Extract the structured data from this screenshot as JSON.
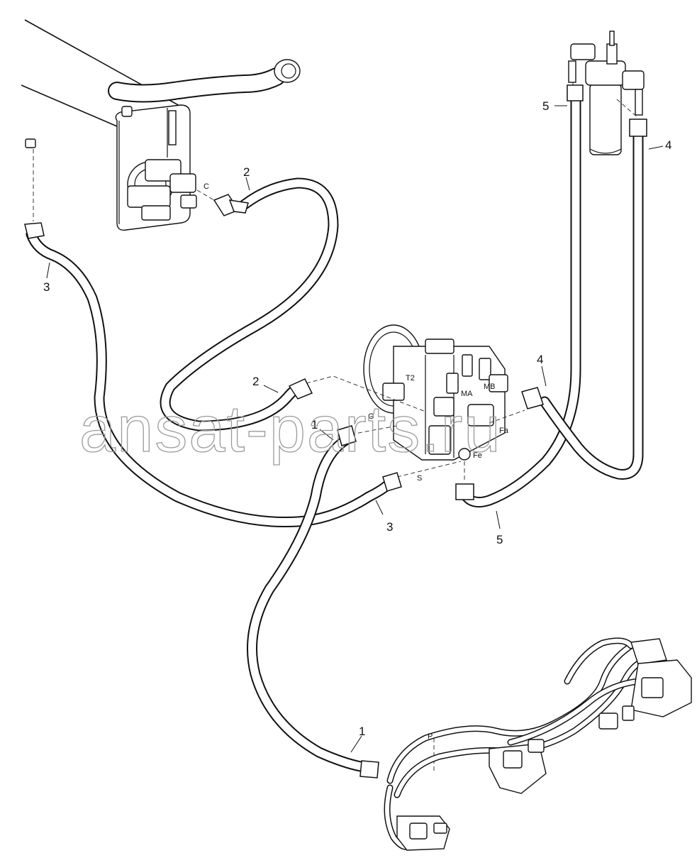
{
  "watermark": "ansat-parts.ru",
  "callouts": {
    "hose1_top": "1",
    "hose1_bottom": "1",
    "hose2_top": "2",
    "hose2_mid": "2",
    "hose3_left": "3",
    "hose3_mid": "3",
    "hose4_right": "4",
    "hose4_mid": "4",
    "hose5_top": "5",
    "hose5_bottom": "5"
  },
  "ports": {
    "c": "C",
    "t2": "T2",
    "ma": "MA",
    "mb": "MB",
    "g": "G",
    "fa": "Fa",
    "fe": "Fe",
    "s": "S",
    "p": "P"
  }
}
